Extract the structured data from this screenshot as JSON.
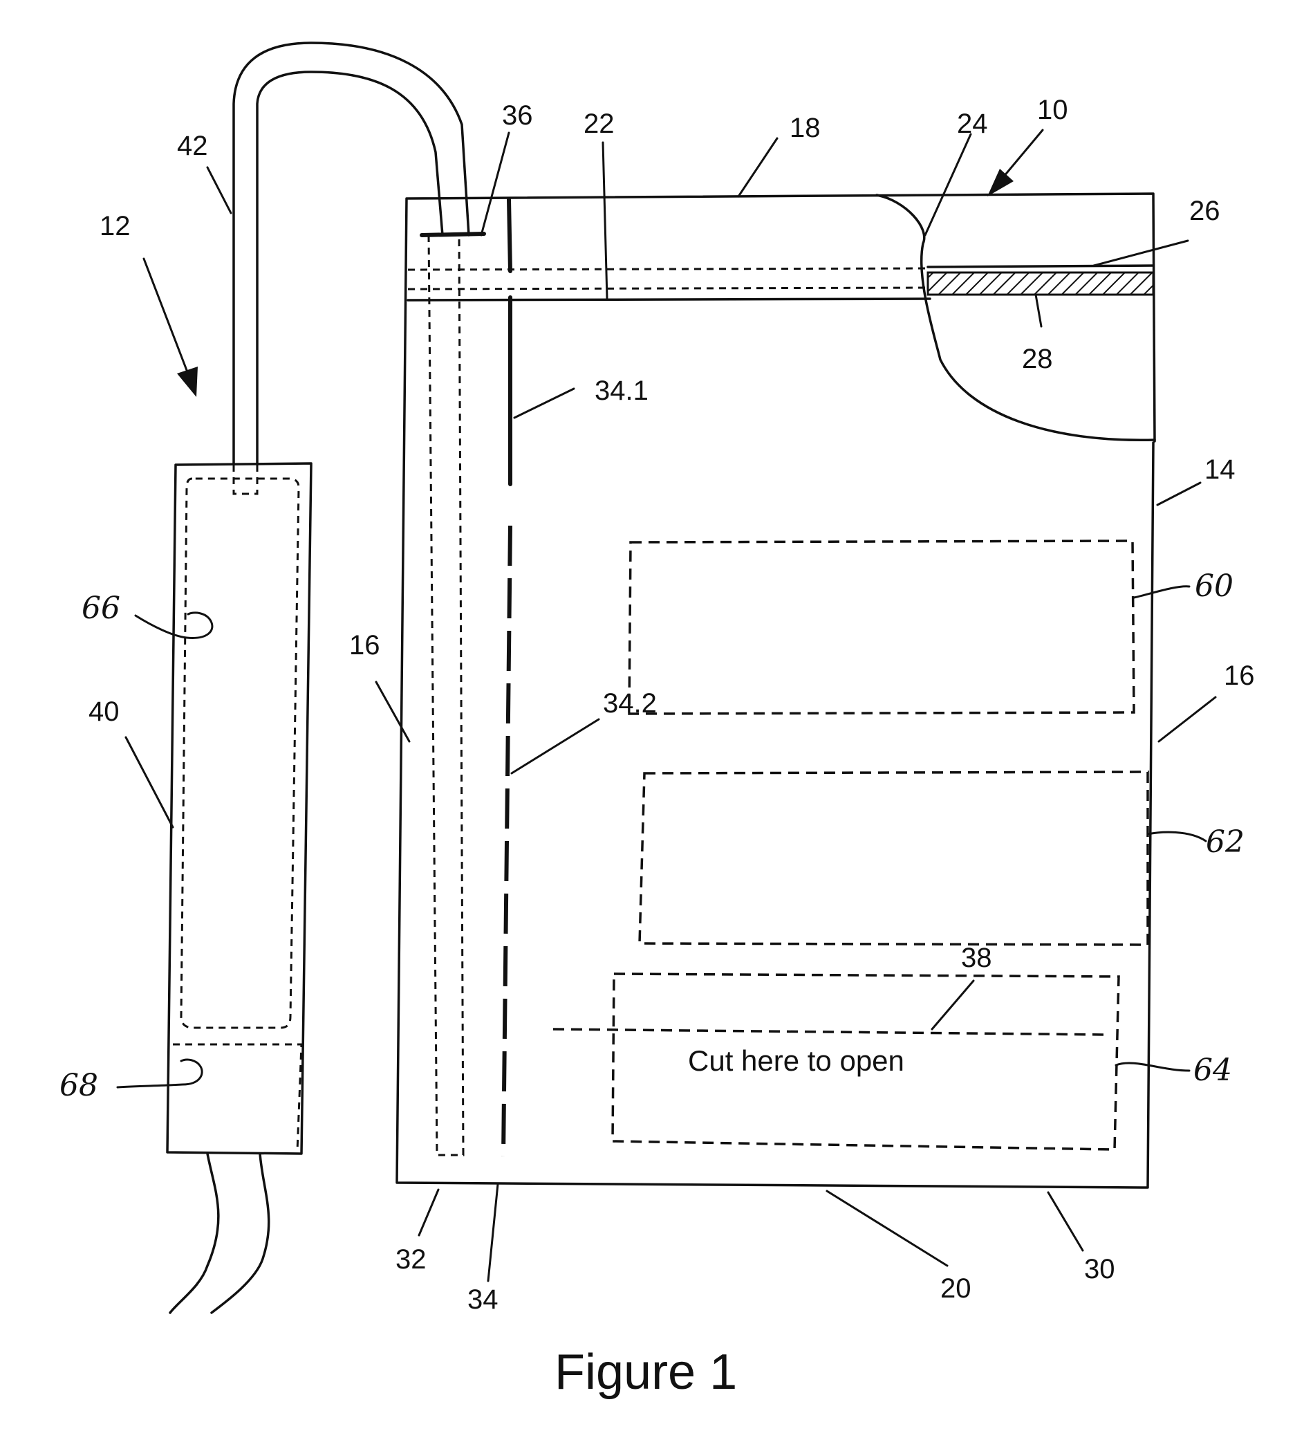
{
  "figure": {
    "caption": "Figure 1",
    "cut_instruction": "Cut here to open",
    "reference_numerals": {
      "r10": "10",
      "r12": "12",
      "r14": "14",
      "r16a": "16",
      "r16b": "16",
      "r18": "18",
      "r20": "20",
      "r22": "22",
      "r24": "24",
      "r26": "26",
      "r28": "28",
      "r30": "30",
      "r32": "32",
      "r34": "34",
      "r34_1": "34.1",
      "r34_2": "34.2",
      "r36": "36",
      "r38": "38",
      "r40": "40",
      "r42": "42",
      "r60": "60",
      "r62": "62",
      "r64": "64",
      "r66": "66",
      "r68": "68"
    }
  }
}
